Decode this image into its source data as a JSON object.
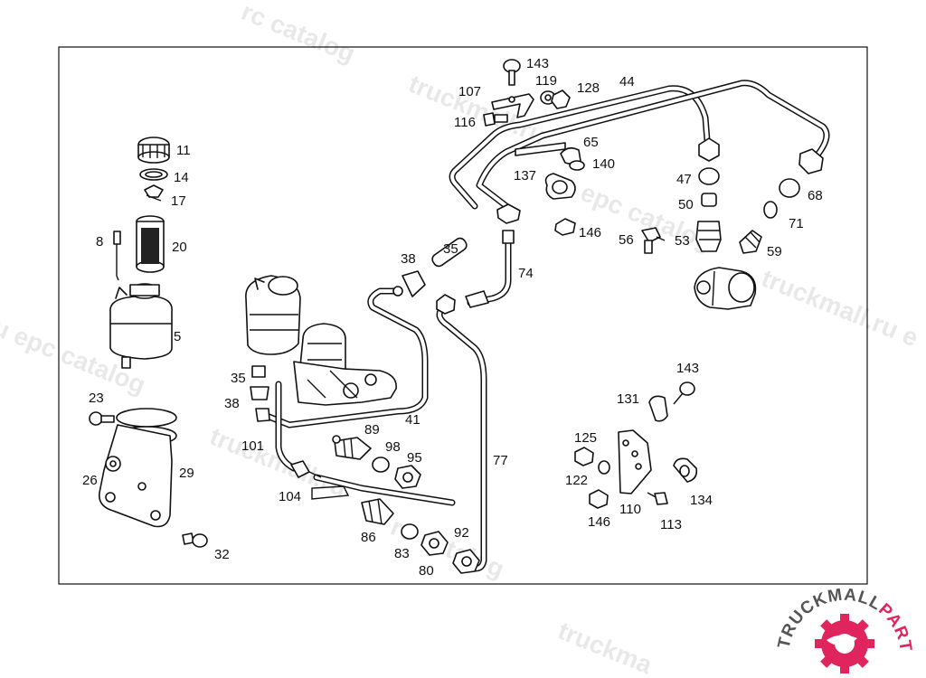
{
  "watermark": {
    "text_catalog": "rc catalog",
    "text_truckmall": "truckmall.ru",
    "text_epc": "epc catalog",
    "text_ru": "ru epc catalog",
    "text_right": "truckmall.ru e",
    "text_bottom": "truckma"
  },
  "brand": {
    "name_part1": "TRUCKMALL",
    "name_part2": "PARTS",
    "color_dark": "#555555",
    "color_accent": "#e0245e"
  },
  "callouts": [
    "143",
    "119",
    "107",
    "128",
    "44",
    "116",
    "65",
    "140",
    "137",
    "47",
    "50",
    "68",
    "71",
    "146",
    "56",
    "53",
    "59",
    "11",
    "14",
    "17",
    "8",
    "20",
    "5",
    "38",
    "35",
    "74",
    "23",
    "26",
    "29",
    "32",
    "35",
    "38",
    "41",
    "89",
    "98",
    "95",
    "101",
    "104",
    "86",
    "83",
    "80",
    "92",
    "77",
    "143",
    "131",
    "125",
    "122",
    "146",
    "110",
    "113",
    "134"
  ]
}
